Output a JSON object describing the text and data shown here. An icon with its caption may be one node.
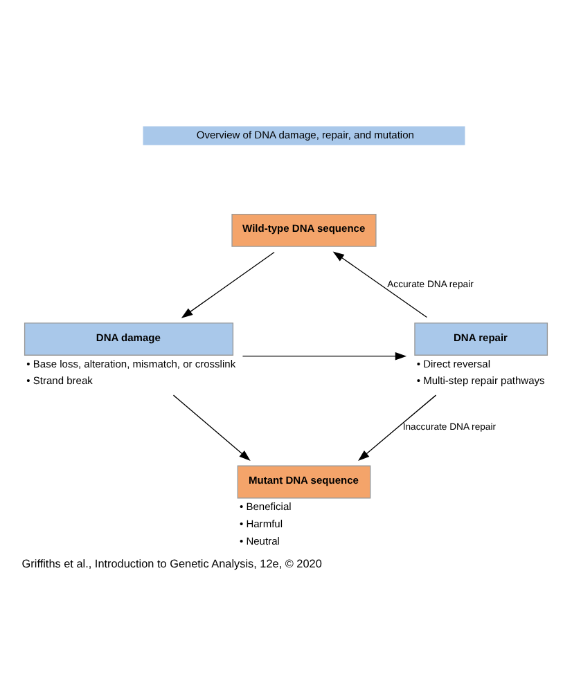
{
  "diagram": {
    "title": "Overview of DNA damage, repair, and mutation",
    "caption": "Griffiths et al., Introduction to Genetic Analysis, 12e, © 2020",
    "nodes": [
      {
        "text": [
          "Wild-type DNA sequence"
        ]
      },
      {
        "text": [
          "DNA damage"
        ],
        "beside": [
          "• Base loss, alteration, mismatch, or crosslink",
          "• Strand break"
        ]
      },
      {
        "text": [
          "DNA repair"
        ],
        "beside": [
          "• Direct reversal",
          "• Multi-step repair pathways"
        ]
      },
      {
        "text": [
          "Mutant DNA sequence"
        ],
        "beside": [
          "• Beneficial",
          "• Harmful",
          "• Neutral"
        ]
      }
    ],
    "edges": [
      {
        "from": 0,
        "to": 1,
        "arrow": "to"
      },
      {
        "from": 1,
        "to": 2,
        "arrow": "to"
      },
      {
        "from": 2,
        "to": 0,
        "arrow": "to",
        "label": "Accurate DNA repair"
      },
      {
        "from": 1,
        "to": 3,
        "arrow": "to"
      },
      {
        "from": 2,
        "to": 3,
        "arrow": "to",
        "label": "Inaccurate DNA repair"
      }
    ]
  }
}
